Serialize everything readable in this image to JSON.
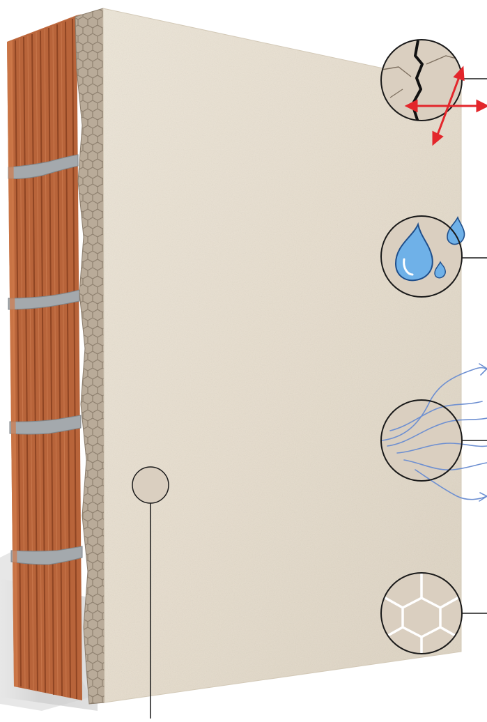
{
  "colors": {
    "background": "#ffffff",
    "brick": "#b8643a",
    "brick_dark": "#8e4424",
    "mortar": "#9da3a7",
    "insulation_board": "#b5a795",
    "plaster": "#e8e0d1",
    "callout_fill": "#dacfc0",
    "callout_stroke": "#1a1a1a",
    "arrow_red": "#e3262b",
    "water_blue": "#6fb1e8",
    "vapour_blue": "#6d8fd1"
  },
  "callouts": [
    {
      "id": "crack-resistance",
      "icon": "crack-with-arrows-icon"
    },
    {
      "id": "water-repellent",
      "icon": "water-drops-icon"
    },
    {
      "id": "vapour-permeable",
      "icon": "vapour-flow-icon"
    },
    {
      "id": "honeycomb-structure",
      "icon": "honeycomb-icon"
    },
    {
      "id": "plaster-surface",
      "icon": "plaster-sample-icon"
    }
  ]
}
